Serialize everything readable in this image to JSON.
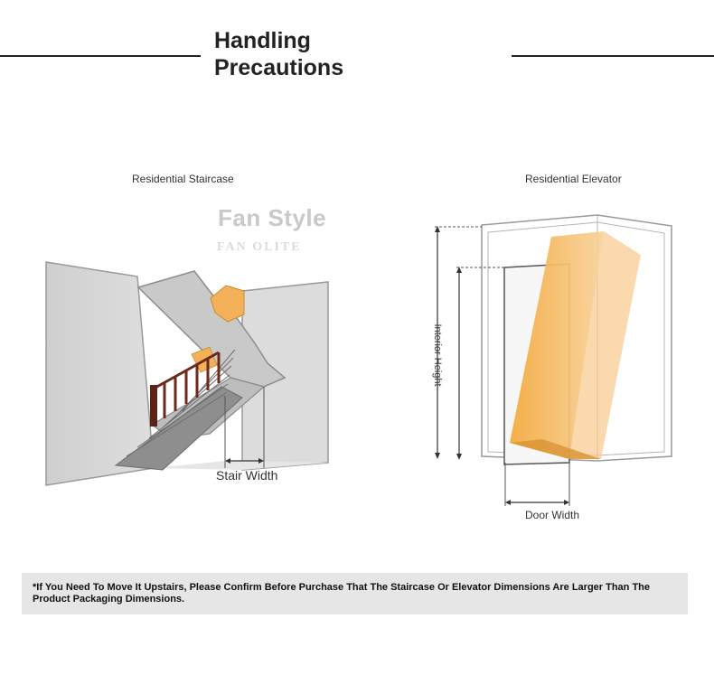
{
  "header": {
    "title_line1": "Handling",
    "title_line2": "Precautions"
  },
  "staircase_panel": {
    "label": "Residential Staircase",
    "watermark_title": "Fan Style",
    "watermark_subtitle": "FAN OLITE",
    "dimension_label": "Stair Width"
  },
  "elevator_panel": {
    "label": "Residential Elevator",
    "height_label": "Interior Height",
    "width_label": "Door Width"
  },
  "footer": {
    "note": "*If You Need To Move It Upstairs, Please Confirm Before Purchase That The Staircase Or Elevator Dimensions Are Larger Than The Product Packaging Dimensions."
  },
  "colors": {
    "title": "#222222",
    "wall": "#d6d6d6",
    "stair": "#9a9a9a",
    "railing": "#6b2b1c",
    "box_orange": "#f1b04b",
    "note_bg": "#e6e6e6"
  }
}
